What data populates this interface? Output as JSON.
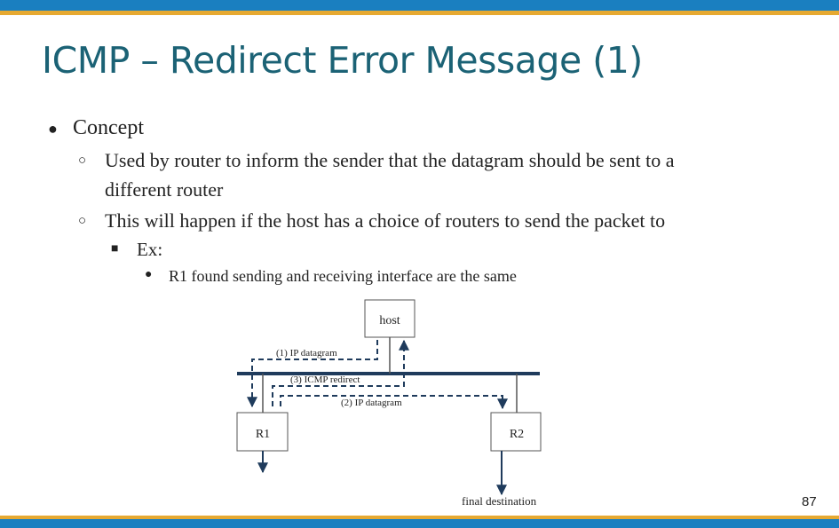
{
  "slide": {
    "title": "ICMP – Redirect Error Message (1)",
    "page_number": "87",
    "bullets": {
      "concept": "Concept",
      "used_line1": "Used by router to inform the sender that the datagram should be sent to a",
      "used_line2": "different router",
      "happen": "This will happen if the host has a choice of routers to send the packet to",
      "ex": "Ex:",
      "r1_found": "R1 found sending and receiving interface are the same"
    },
    "markers": {
      "level1": "●",
      "level2": "○",
      "level3": "■",
      "level4": "●"
    }
  },
  "diagram": {
    "host_label": "host",
    "r1_label": "R1",
    "r2_label": "R2",
    "step1_label": "(1) IP datagram",
    "step3_label": "(3)  ICMP redirect",
    "step2_label": "(2)  IP datagram",
    "final_destination_label": "final destination",
    "colors": {
      "line": "#1f3b5c",
      "border": "#555555",
      "text": "#222222"
    }
  },
  "theme": {
    "title_color": "#1b6275",
    "bar_blue": "#1a7fc0",
    "bar_gold": "#e6a931"
  }
}
